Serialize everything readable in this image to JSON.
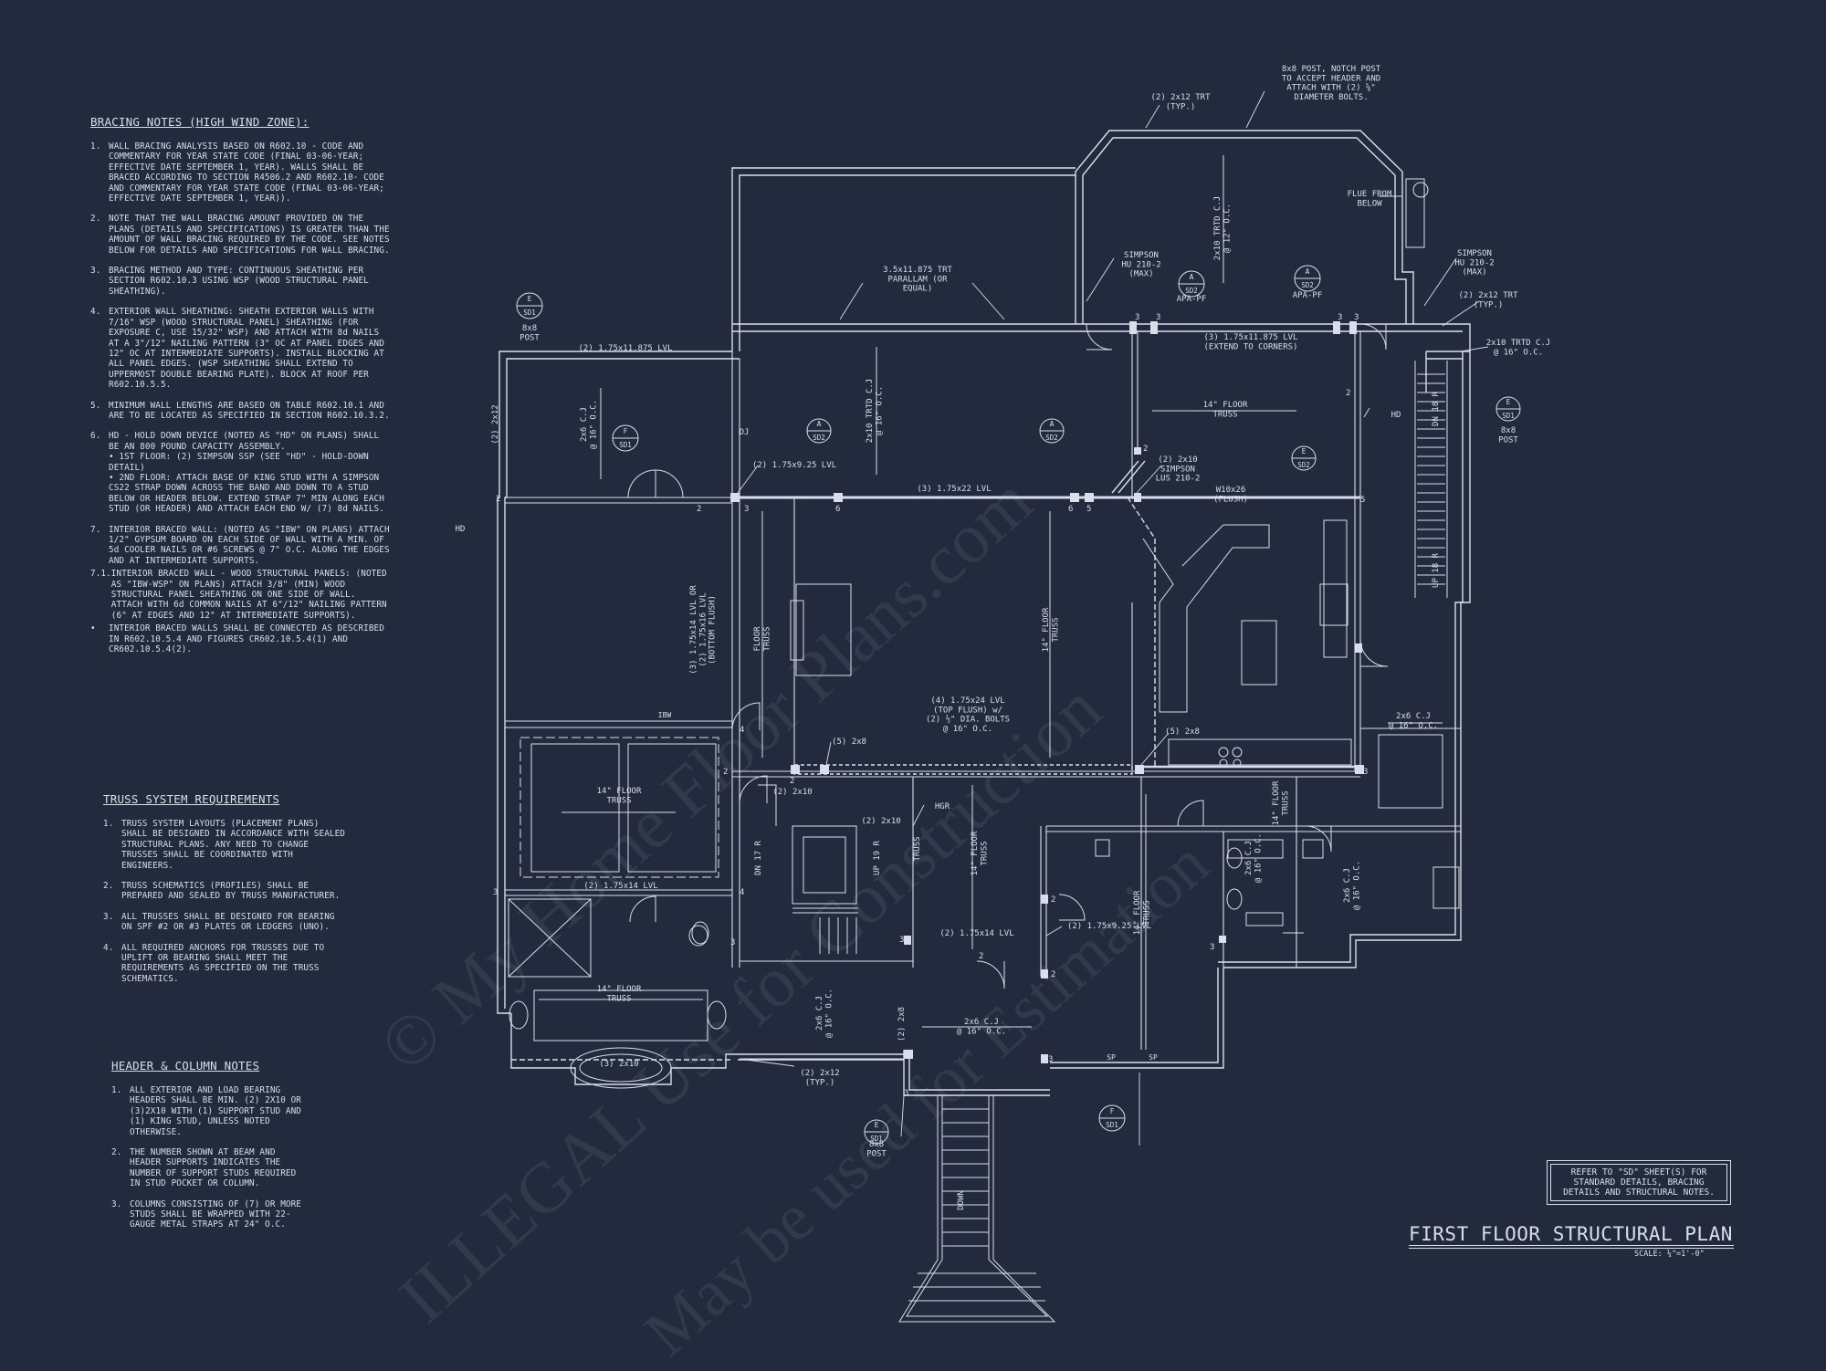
{
  "notes": {
    "bracing": {
      "title": "BRACING NOTES (HIGH WIND ZONE):",
      "items": [
        {
          "n": "1.",
          "text": "WALL BRACING ANALYSIS BASED ON R602.10 - CODE AND COMMENTARY FOR YEAR STATE CODE (FINAL 03-06-YEAR; EFFECTIVE DATE SEPTEMBER 1, YEAR). WALLS SHALL BE BRACED ACCORDING TO SECTION R4506.2 AND R602.10- CODE AND COMMENTARY FOR YEAR STATE CODE (FINAL 03-06-YEAR; EFFECTIVE DATE SEPTEMBER 1, YEAR))."
        },
        {
          "n": "2.",
          "text": "NOTE THAT THE WALL BRACING AMOUNT PROVIDED ON THE PLANS (DETAILS AND SPECIFICATIONS) IS GREATER THAN THE AMOUNT OF WALL BRACING REQUIRED BY THE CODE. SEE NOTES BELOW FOR DETAILS AND SPECIFICATIONS FOR WALL BRACING."
        },
        {
          "n": "3.",
          "text": "BRACING METHOD AND TYPE: CONTINUOUS SHEATHING PER SECTION R602.10.3 USING WSP (WOOD STRUCTURAL PANEL SHEATHING)."
        },
        {
          "n": "4.",
          "text": "EXTERIOR WALL SHEATHING: SHEATH EXTERIOR WALLS WITH 7/16\" WSP (WOOD STRUCTURAL PANEL) SHEATHING (FOR EXPOSURE C, USE 15/32\" WSP) AND ATTACH WITH 8d NAILS AT A 3\"/12\" NAILING PATTERN (3\" OC AT PANEL EDGES AND 12\" OC AT INTERMEDIATE SUPPORTS). INSTALL BLOCKING AT ALL PANEL EDGES. (WSP SHEATHING SHALL EXTEND TO UPPERMOST DOUBLE BEARING PLATE). BLOCK AT ROOF PER R602.10.5.5."
        },
        {
          "n": "5.",
          "text": "MINIMUM WALL LENGTHS ARE BASED ON TABLE R602.10.1 AND ARE TO BE LOCATED AS SPECIFIED IN SECTION R602.10.3.2."
        },
        {
          "n": "6.",
          "text": "HD - HOLD DOWN DEVICE (NOTED AS \"HD\" ON PLANS) SHALL BE AN 800 POUND CAPACITY ASSEMBLY.\n• 1ST FLOOR: (2) SIMPSON SSP (SEE \"HD\" - HOLD-DOWN DETAIL)\n• 2ND FLOOR: ATTACH BASE OF KING STUD WITH A SIMPSON CS22 STRAP DOWN ACROSS THE BAND AND DOWN TO A STUD BELOW OR HEADER BELOW. EXTEND STRAP 7\" MIN ALONG EACH STUD (OR HEADER) AND ATTACH EACH END W/ (7) 8d NAILS."
        },
        {
          "n": "7.",
          "text": "INTERIOR BRACED WALL: (NOTED AS \"IBW\" ON PLANS) ATTACH 1/2\" GYPSUM BOARD ON EACH SIDE OF WALL WITH A MIN. OF 5d COOLER NAILS OR #6 SCREWS @ 7\" O.C. ALONG THE EDGES AND AT INTERMEDIATE SUPPORTS."
        },
        {
          "n": "7.1.",
          "text": "INTERIOR BRACED WALL - WOOD STRUCTURAL PANELS: (NOTED AS \"IBW-WSP\" ON PLANS) ATTACH 3/8\" (MIN) WOOD STRUCTURAL PANEL SHEATHING ON ONE SIDE OF WALL. ATTACH WITH 6d COMMON NAILS AT 6\"/12\" NAILING PATTERN (6\" AT EDGES AND 12\" AT INTERMEDIATE SUPPORTS)."
        },
        {
          "n": "•",
          "text": "INTERIOR BRACED WALLS SHALL BE CONNECTED AS DESCRIBED IN R602.10.5.4 AND FIGURES CR602.10.5.4(1) AND CR602.10.5.4(2)."
        }
      ]
    },
    "truss": {
      "title": "TRUSS SYSTEM REQUIREMENTS",
      "items": [
        {
          "n": "1.",
          "text": "TRUSS SYSTEM LAYOUTS (PLACEMENT PLANS) SHALL BE DESIGNED IN ACCORDANCE WITH SEALED STRUCTURAL PLANS. ANY NEED TO CHANGE TRUSSES SHALL BE COORDINATED WITH ENGINEERS."
        },
        {
          "n": "2.",
          "text": "TRUSS SCHEMATICS (PROFILES) SHALL BE PREPARED AND SEALED BY TRUSS MANUFACTURER."
        },
        {
          "n": "3.",
          "text": "ALL TRUSSES SHALL BE DESIGNED FOR BEARING ON SPF #2 OR #3 PLATES OR LEDGERS (UNO)."
        },
        {
          "n": "4.",
          "text": "ALL REQUIRED ANCHORS FOR TRUSSES DUE TO UPLIFT OR BEARING SHALL MEET THE REQUIREMENTS AS SPECIFIED ON THE TRUSS SCHEMATICS."
        }
      ]
    },
    "header_column": {
      "title": "HEADER & COLUMN NOTES",
      "items": [
        {
          "n": "1.",
          "text": "ALL EXTERIOR AND LOAD BEARING HEADERS SHALL BE MIN. (2) 2X10 OR (3)2X10 WITH (1) SUPPORT STUD AND (1) KING STUD, UNLESS NOTED OTHERWISE."
        },
        {
          "n": "2.",
          "text": "THE NUMBER SHOWN AT BEAM AND HEADER SUPPORTS INDICATES THE NUMBER OF SUPPORT STUDS REQUIRED IN STUD POCKET OR COLUMN."
        },
        {
          "n": "3.",
          "text": "COLUMNS CONSISTING OF (7) OR MORE STUDS SHALL BE WRAPPED WITH 22-GAUGE METAL STRAPS AT 24\" O.C."
        }
      ]
    }
  },
  "plan": {
    "title": "FIRST FLOOR STRUCTURAL PLAN",
    "scale": "SCALE: ¼\"=1'-0\"",
    "refer_note": "REFER TO \"SD\" SHEET(S) FOR\nSTANDARD DETAILS, BRACING\nDETAILS AND STRUCTURAL NOTES.",
    "labels": {
      "post_8x8_top": "8x8 POST, NOTCH POST\nTO ACCEPT HEADER AND\nATTACH WITH (2) ⅝\"\nDIAMETER BOLTS.",
      "trt_2x12_top": "(2) 2x12 TRT\n(TYP.)",
      "flue": "FLUE FROM\nBELOW",
      "simpson_left": "SIMPSON\nHU 210-2\n(MAX)",
      "simpson_right": "SIMPSON\nHU 210-2\n(MAX)",
      "trt_2x12_right": "(2) 2x12 TRT\n(TYP.)",
      "parallam": "3.5x11.875 TRT\nPARALLAM (OR\nEQUAL)",
      "lvl_extend": "(3) 1.75x11.875 LVL\n(EXTEND TO CORNERS)",
      "cj_2x10_right": "2x10 TRTD C.J\n@ 16\" O.C.",
      "lvl_west": "(2) 1.75x11.875 LVL",
      "apa_left": "APA-PF",
      "apa_right": "APA-PF",
      "cj_nook": "2x10 TRTD C.J\n@ 12\" O.C.",
      "floor_truss_kitchen": "14\" FLOOR\nTRUSS",
      "lvl_1_75x9_25": "(2) 1.75x9.25 LVL",
      "lvl_1_75x22": "(3) 1.75x22 LVL",
      "simpson_lus": "(2) 2x10\nSIMPSON\nLUS 210-2",
      "w10x26": "W10x26\n(FLUSH)",
      "cj_2x6_left": "2x6 C.J\n@ 16\" O.C.",
      "cj_2x10_center": "2x10 TRTD C.J\n@ 16\" O.C.",
      "dj": "DJ",
      "two_2x12_west": "(2) 2x12",
      "hd_left": "HD",
      "hd_right": "HD",
      "lvl_bottom_flush": "(3) 1.75x14 LVL OR\n(2) 1.75x16 LVL\n(BOTTOM FLUSH)",
      "floor_truss_v1": "FLOOR\nTRUSS",
      "floor_truss_center": "14\" FLOOR\nTRUSS",
      "lvl_top_flush": "(4) 1.75x24 LVL\n(TOP FLUSH) w/\n(2) ½\" DIA. BOLTS\n@ 16\" O.C.",
      "five_2x8_a": "(5) 2x8",
      "five_2x8_b": "(5) 2x8",
      "ibw": "IBW",
      "cj_2x6_right": "2x6 C.J\n@ 16\" O.C.",
      "floor_truss_master": "14\" FLOOR\nTRUSS",
      "two_2x10_a": "(2) 2x10",
      "two_2x10_b": "(2) 2x10",
      "hgr": "HGR",
      "truss_small": "TRUSS",
      "dn_17r": "DN 17 R",
      "up_19r": "UP 19 R",
      "floor_truss_mid": "14\" FLOOR\nTRUSS",
      "floor_truss_pantry": "14\" FLOOR\nTRUSS",
      "floor_truss_east": "14\" FLOOR\nTRUSS",
      "lvl_1_75x14_a": "(2) 1.75x14 LVL",
      "lvl_1_75x14_b": "(2) 1.75x14 LVL",
      "lvl_1_75x9_25_b": "(2) 1.75x9.25 LVL",
      "cj_2x6_bath": "2x6 C.J\n@ 16\" O.C.",
      "cj_2x6_laundry": "2x6 C.J\n@ 16\" O.C.",
      "cj_2x6_lower": "2x6 C.J\n@ 16\" O.C.",
      "cj_2x6_porch": "2x6 C.J\n@ 16\" O.C.",
      "floor_truss_bath": "14\" FLOOR\nTRUSS",
      "three_2x10": "(3) 2x10",
      "two_2x8": "(2) 2x8",
      "two_2x12_bottom": "(2) 2x12\n(TYP.)",
      "dn_18r": "DN 18 R",
      "up_18r": "UP 18 R",
      "down_stair": "DOWN",
      "sp_a": "SP",
      "sp_b": "SP",
      "post_8x8_a": "8x8\nPOST",
      "post_8x8_b": "8x8\nPOST",
      "post_8x8_c": "8x8\nPOST"
    },
    "callouts": [
      {
        "letter": "E",
        "sheet": "SD1"
      },
      {
        "letter": "F",
        "sheet": "SD1"
      },
      {
        "letter": "A",
        "sheet": "SD2"
      },
      {
        "letter": "A",
        "sheet": "SD2"
      },
      {
        "letter": "A",
        "sheet": "SD2"
      },
      {
        "letter": "A",
        "sheet": "SD2"
      },
      {
        "letter": "E",
        "sheet": "SD2"
      },
      {
        "letter": "E",
        "sheet": "SD1"
      },
      {
        "letter": "E",
        "sheet": "SD1"
      },
      {
        "letter": "F",
        "sheet": "SD1"
      }
    ],
    "stud_counts": [
      "3",
      "3",
      "3",
      "3",
      "2",
      "2",
      "3",
      "6",
      "6",
      "5",
      "5",
      "2",
      "2",
      "4",
      "2",
      "3",
      "3",
      "4",
      "3",
      "2",
      "2",
      "3",
      "3",
      "3",
      "3",
      "2",
      "2"
    ]
  },
  "watermark": {
    "lines": [
      "© My Home Floor Plans.com",
      "ILLEGAL Use for Construction",
      "May be used for Estimation"
    ]
  },
  "colors": {
    "background": "#232a3d",
    "linework": "#d9dfea"
  }
}
